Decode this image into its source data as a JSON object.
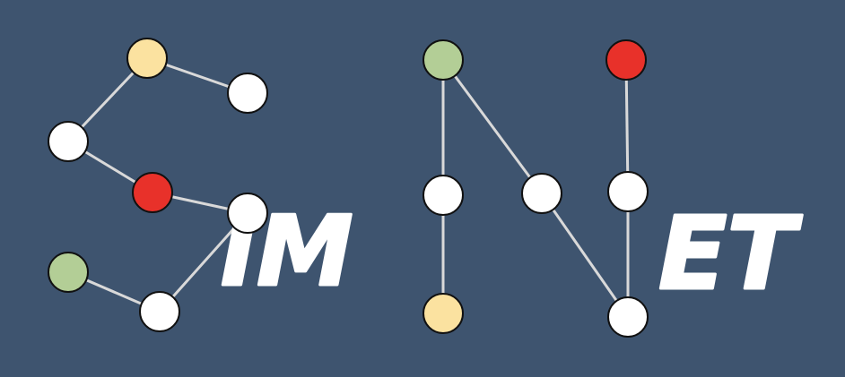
{
  "logo": {
    "text_im": "IM",
    "text_et": "ET"
  },
  "colors": {
    "background": "#3e546f",
    "edge": "#d9d9d9",
    "node_white": "#ffffff",
    "node_yellow": "#fbe2a0",
    "node_green": "#b3ce96",
    "node_red": "#e8312a",
    "node_stroke": "#111111",
    "text": "#ffffff"
  },
  "nodes": [
    {
      "id": "s1",
      "color": "yellow"
    },
    {
      "id": "s2",
      "color": "white"
    },
    {
      "id": "s3",
      "color": "white"
    },
    {
      "id": "s4",
      "color": "red"
    },
    {
      "id": "s5",
      "color": "white"
    },
    {
      "id": "s6",
      "color": "white"
    },
    {
      "id": "s7",
      "color": "green"
    },
    {
      "id": "n1",
      "color": "green"
    },
    {
      "id": "n2",
      "color": "white"
    },
    {
      "id": "n3",
      "color": "yellow"
    },
    {
      "id": "n4",
      "color": "white"
    },
    {
      "id": "n5",
      "color": "white"
    },
    {
      "id": "n6",
      "color": "white"
    },
    {
      "id": "n7",
      "color": "red"
    }
  ],
  "edges": [
    [
      "s1",
      "s2"
    ],
    [
      "s1",
      "s3"
    ],
    [
      "s3",
      "s4"
    ],
    [
      "s4",
      "s5"
    ],
    [
      "s5",
      "s6"
    ],
    [
      "s6",
      "s7"
    ],
    [
      "n1",
      "n2"
    ],
    [
      "n2",
      "n3"
    ],
    [
      "n1",
      "n4"
    ],
    [
      "n4",
      "n5"
    ],
    [
      "n5",
      "n6"
    ],
    [
      "n6",
      "n7"
    ]
  ]
}
